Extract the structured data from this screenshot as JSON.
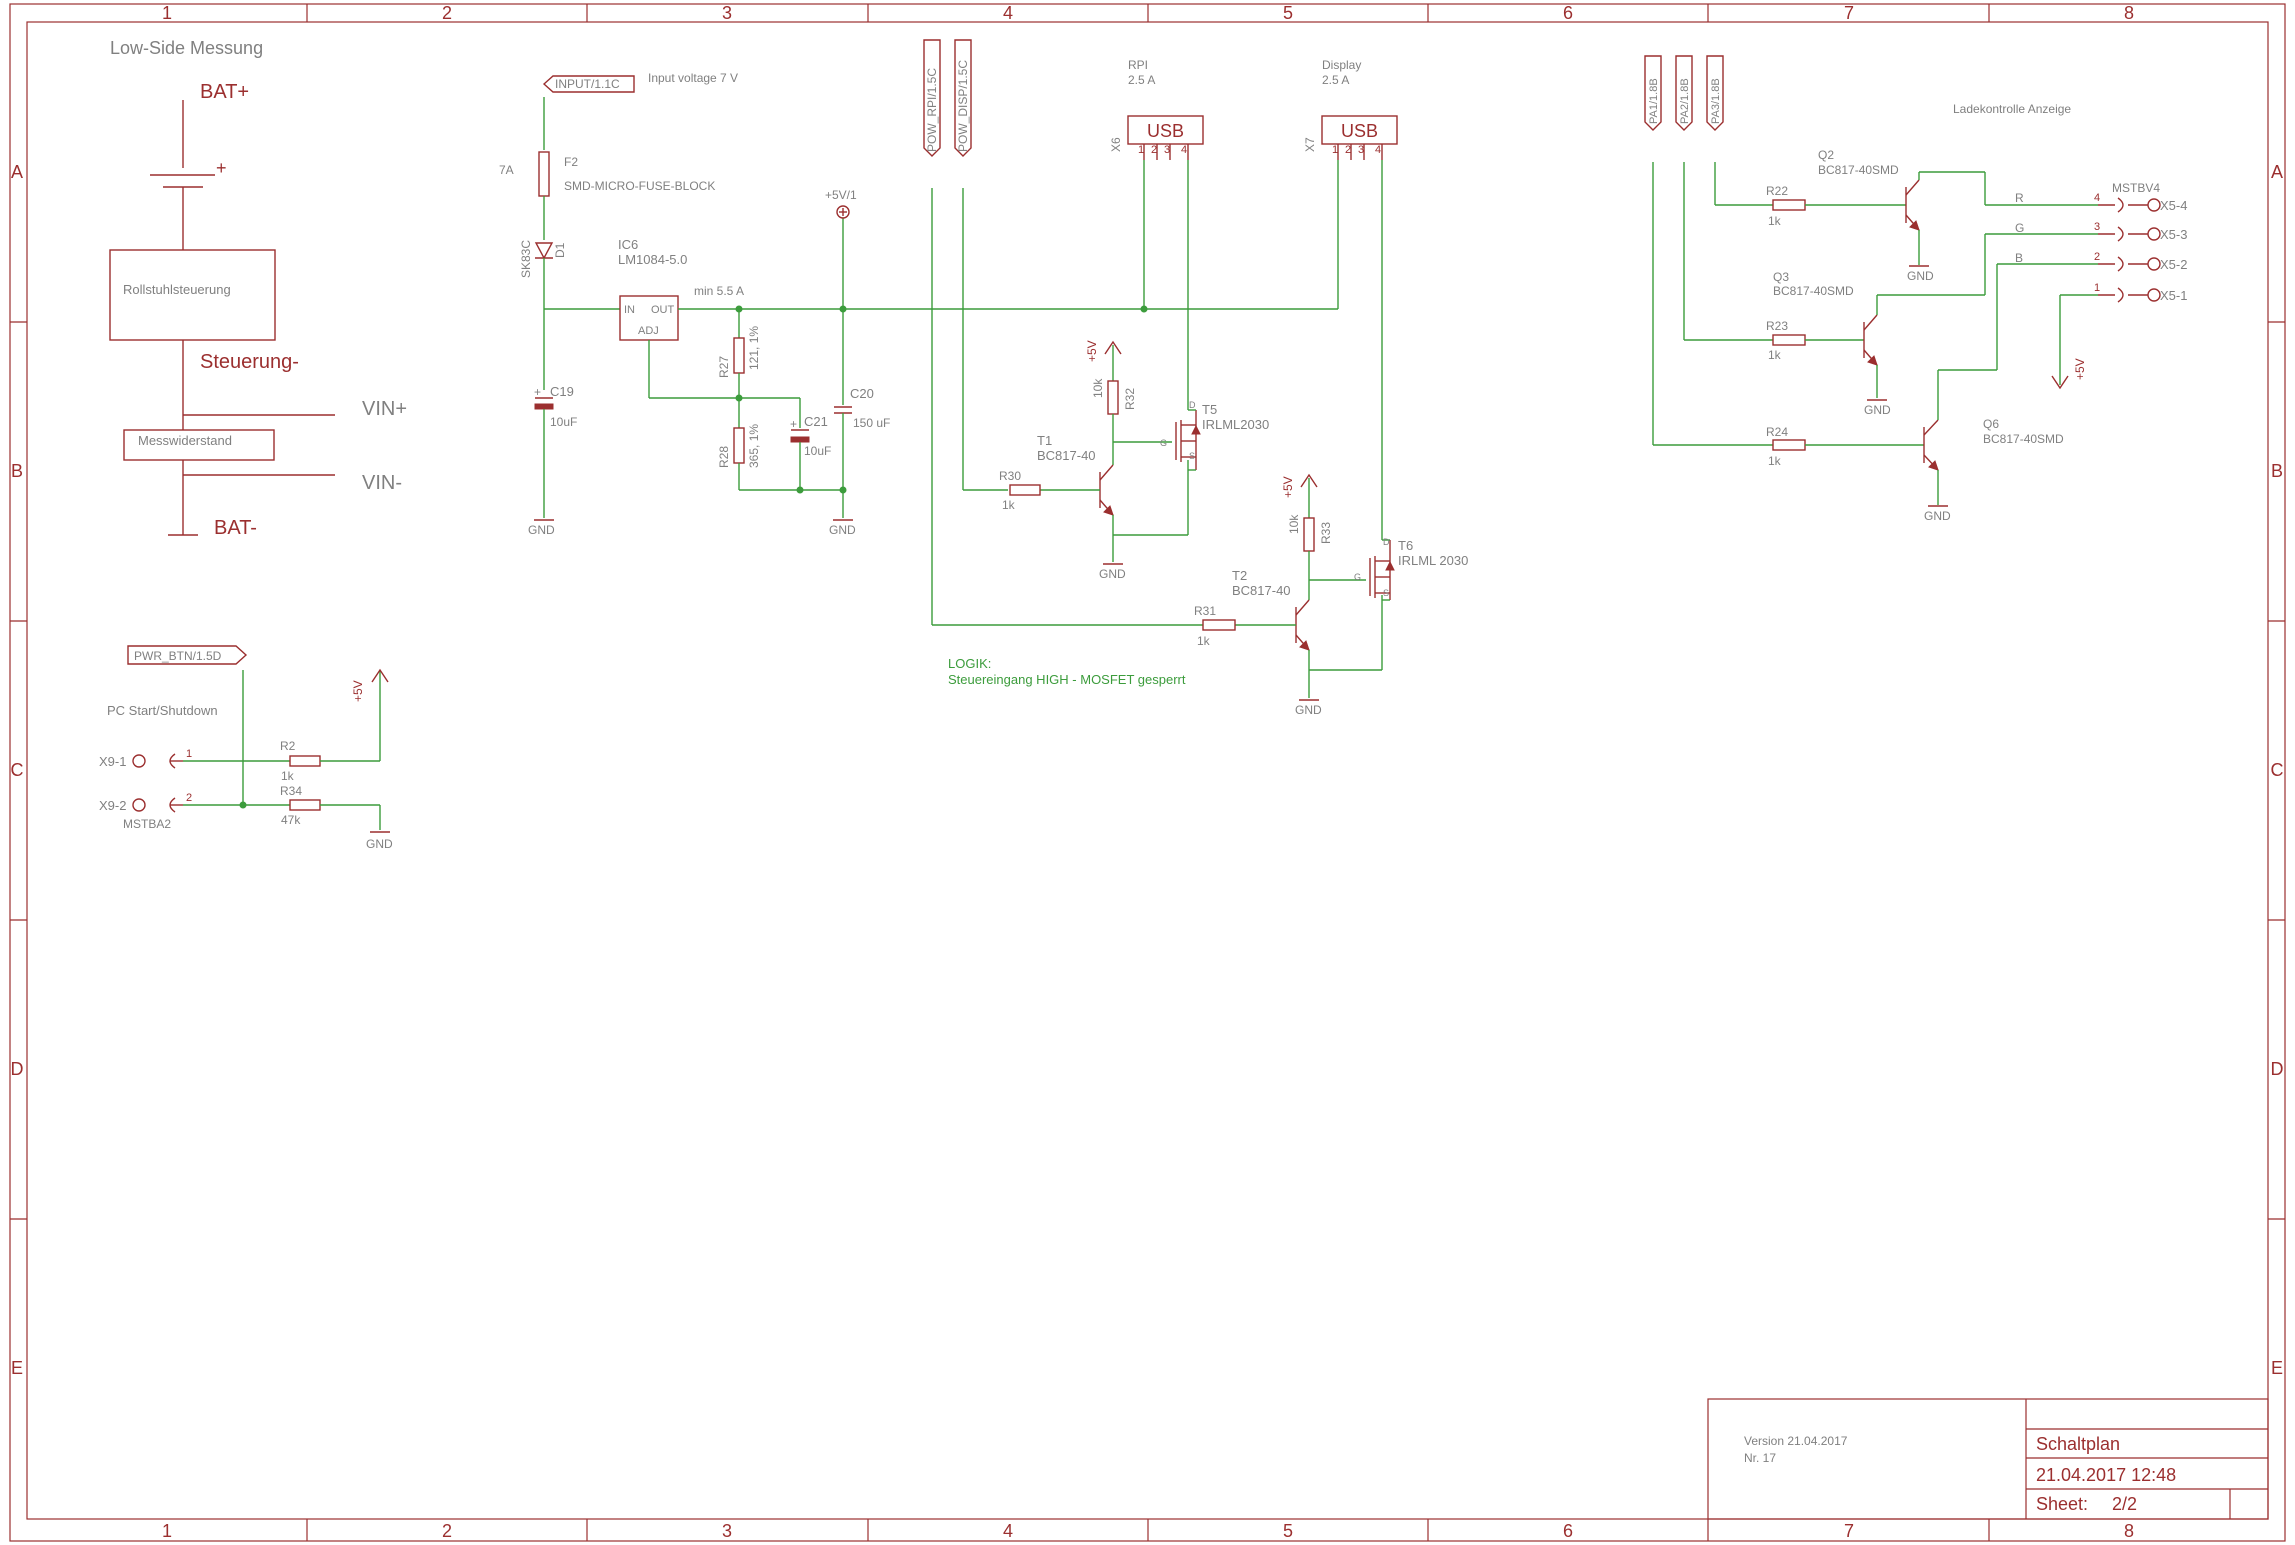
{
  "frame": {
    "columns": [
      "1",
      "2",
      "3",
      "4",
      "5",
      "6",
      "7",
      "8"
    ],
    "rows": [
      "A",
      "B",
      "C",
      "D",
      "E"
    ]
  },
  "title_block": {
    "version": "Version 21.04.2017",
    "number": "Nr. 17",
    "title": "Schaltplan",
    "datetime": "21.04.2017 12:48",
    "sheet_label": "Sheet:",
    "sheet_value": "2/2"
  },
  "low_side": {
    "title": "Low-Side Messung",
    "bat_plus": "BAT+",
    "plus_sign": "+",
    "controller_box": "Rollstuhlsteuerung",
    "steuerung_minus": "Steuerung-",
    "vin_plus": "VIN+",
    "shunt_box": "Messwiderstand",
    "vin_minus": "VIN-",
    "bat_minus": "BAT-"
  },
  "pc_start": {
    "pwr_btn_label": "PWR_BTN/1.5D",
    "title": "PC Start/Shutdown",
    "x9_1": "X9-1",
    "x9_2": "X9-2",
    "connector": "MSTBA2",
    "pin1": "1",
    "pin2": "2",
    "r2_name": "R2",
    "r2_value": "1k",
    "r34_name": "R34",
    "r34_value": "47k",
    "vcc": "+5V",
    "gnd": "GND"
  },
  "regulator": {
    "input_label": "INPUT/1.1C",
    "input_note": "Input voltage 7 V",
    "fuse_current": "7A",
    "fuse_name": "F2",
    "fuse_type": "SMD-MICRO-FUSE-BLOCK",
    "diode_type": "SK83C",
    "diode_name": "D1",
    "ic_name": "IC6",
    "ic_type": "LM1084-5.0",
    "ic_in": "IN",
    "ic_out": "OUT",
    "ic_adj": "ADJ",
    "min_current": "min 5.5 A",
    "vcc_5v1": "+5V/1",
    "r27": "R27",
    "r27_value": "121, 1%",
    "r28": "R28",
    "r28_value": "365, 1%",
    "c19": "C19",
    "c19_value": "10uF",
    "c20": "C20",
    "c20_value": "150 uF",
    "c21": "C21",
    "c21_value": "10uF",
    "gnd": "GND"
  },
  "usb_power": {
    "pow_rpi": "POW_RPI/1.5C",
    "pow_disp": "POW_DISP/1.5C",
    "rpi_title": "RPI",
    "rpi_current": "2.5 A",
    "display_title": "Display",
    "display_current": "2.5 A",
    "usb_label": "USB",
    "x6": "X6",
    "x7": "X7",
    "usb_pins": [
      "1",
      "2",
      "3",
      "4"
    ],
    "t1_name": "T1",
    "t1_type": "BC817-40",
    "t2_name": "T2",
    "t2_type": "BC817-40",
    "t5_name": "T5",
    "t5_type": "IRLML2030",
    "t6_name": "T6",
    "t6_type": "IRLML 2030",
    "r30": "R30",
    "r30_value": "1k",
    "r31": "R31",
    "r31_value": "1k",
    "r32": "R32",
    "r32_value": "10k",
    "r33": "R33",
    "r33_value": "10k",
    "vcc": "+5V",
    "gnd": "GND",
    "pin_d": "D",
    "pin_g": "G",
    "pin_s": "S",
    "logic_line1": "LOGIK:",
    "logic_line2": "Steuereingang HIGH - MOSFET gesperrt"
  },
  "led_indicator": {
    "pa1": "PA1/1.8B",
    "pa2": "PA2/1.8B",
    "pa3": "PA3/1.8B",
    "title": "Ladekontrolle Anzeige",
    "q2_name": "Q2",
    "q2_type": "BC817-40SMD",
    "q3_name": "Q3",
    "q3_type": "BC817-40SMD",
    "q6_name": "Q6",
    "q6_type": "BC817-40SMD",
    "r22": "R22",
    "r23": "R23",
    "r24": "R24",
    "r_value": "1k",
    "connector": "MSTBV4",
    "x5_4": "X5-4",
    "x5_3": "X5-3",
    "x5_2": "X5-2",
    "x5_1": "X5-1",
    "pins": [
      "4",
      "3",
      "2",
      "1"
    ],
    "net_r": "R",
    "net_g": "G",
    "net_b": "B",
    "vcc": "+5V",
    "gnd": "GND"
  }
}
